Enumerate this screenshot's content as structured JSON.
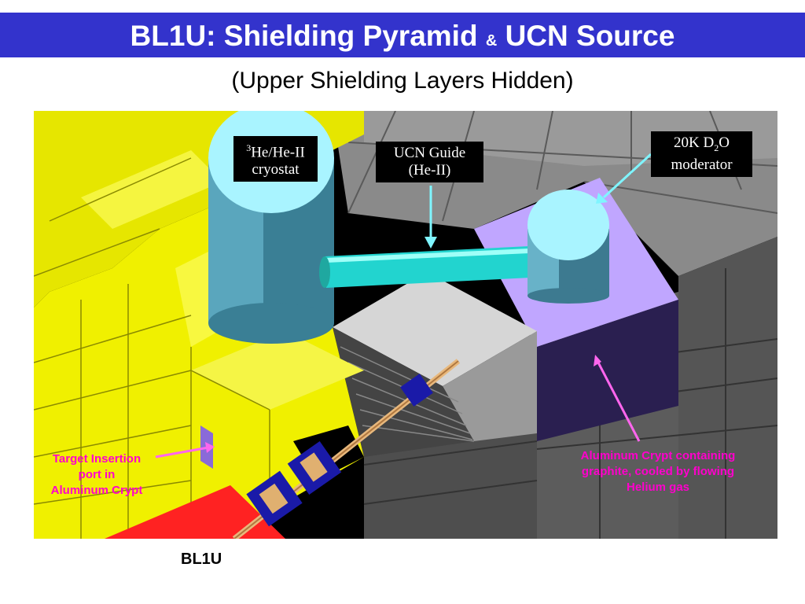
{
  "title": {
    "part1": "BL1U: Shielding Pyramid ",
    "amp": "&",
    "part2": " UCN Source"
  },
  "subtitle": "(Upper Shielding Layers Hidden)",
  "labels": {
    "cryostat": {
      "sup": "3",
      "line1": "He/He-II",
      "line2": "cryostat"
    },
    "ucn_guide": {
      "line1": "UCN Guide",
      "line2": "(He-II)"
    },
    "moderator": {
      "pre": "20K D",
      "sub": "2",
      "post": "O",
      "line2": "moderator"
    },
    "target_port": {
      "line1": "Target Insertion",
      "line2": "port in",
      "line3": "Aluminum Crypt"
    },
    "crypt": {
      "line1": "Aluminum Crypt containing",
      "line2": "graphite, cooled by flowing",
      "line3": "Helium gas"
    }
  },
  "bottom_label": "BL1U",
  "colors": {
    "title_bar": "#3333cc",
    "shield_yellow": "#f0f000",
    "shield_gray": "#777777",
    "crypt_purple": "#c0a6ff",
    "cyan_arrow": "#7ff5ff",
    "pink_arrow": "#ff66ee",
    "beam_red": "#ff2222"
  }
}
